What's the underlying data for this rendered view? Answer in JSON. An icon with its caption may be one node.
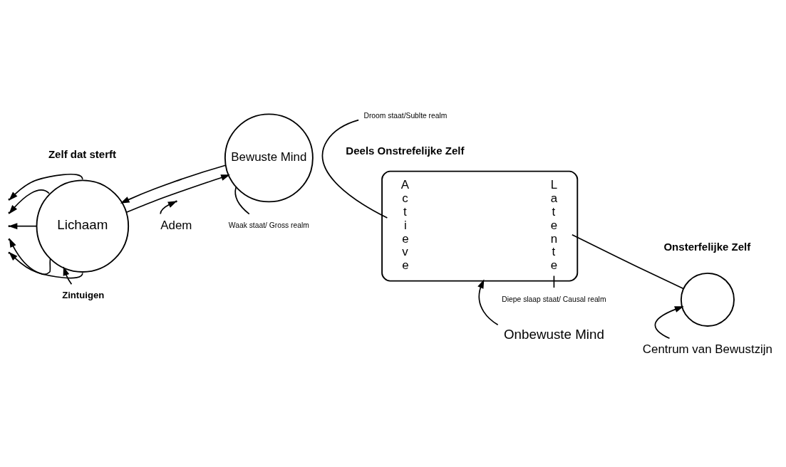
{
  "diagram": {
    "nodes": [
      {
        "text": [
          "Lichaam"
        ]
      },
      {
        "text": [
          "Bewuste Mind"
        ]
      },
      {
        "text": [],
        "shape": "ellipse"
      },
      {
        "text": [
          "Actieve"
        ],
        "in": 2
      },
      {
        "text": [
          "Latente"
        ],
        "in": 2
      },
      {
        "text": [],
        "shape": "circle"
      },
      {
        "text": [
          "Adem"
        ]
      },
      {
        "text": [
          "Zintuigen"
        ]
      },
      {
        "text": [
          "Waak staat/ Gross realm"
        ]
      },
      {
        "text": [
          "Droom staat/Sublte realm"
        ]
      },
      {
        "text": [
          "Diepe slaap staat/ Causal realm"
        ]
      },
      {
        "text": [
          "Onbewuste Mind"
        ]
      },
      {
        "text": [
          "Centrum van Bewustzijn"
        ]
      }
    ],
    "edges": [
      {
        "from": 1,
        "to": 0,
        "arrow": "to"
      },
      {
        "from": 0,
        "to": 1,
        "arrow": "to"
      },
      {
        "from": 4,
        "to": 5,
        "arrow": "none"
      },
      {
        "from": 0,
        "to": null,
        "arrow": "to"
      },
      {
        "from": 0,
        "to": null,
        "arrow": "to"
      },
      {
        "from": 0,
        "to": null,
        "arrow": "to"
      },
      {
        "from": 0,
        "to": null,
        "arrow": "to"
      },
      {
        "from": 0,
        "to": null,
        "arrow": "to"
      },
      {
        "from": 6,
        "to": null,
        "arrow": "to"
      },
      {
        "from": 7,
        "to": 0,
        "arrow": "to"
      },
      {
        "from": 8,
        "to": 1,
        "arrow": "none"
      },
      {
        "from": 9,
        "to": 3,
        "arrow": "none"
      },
      {
        "from": 10,
        "to": 4,
        "arrow": "none"
      },
      {
        "from": 11,
        "to": 2,
        "arrow": "to"
      },
      {
        "from": 12,
        "to": 5,
        "arrow": "to"
      }
    ],
    "labels": [
      "Zelf dat sterft",
      "Deels Onstrefelijke Zelf",
      "Onsterfelijke Zelf"
    ]
  }
}
